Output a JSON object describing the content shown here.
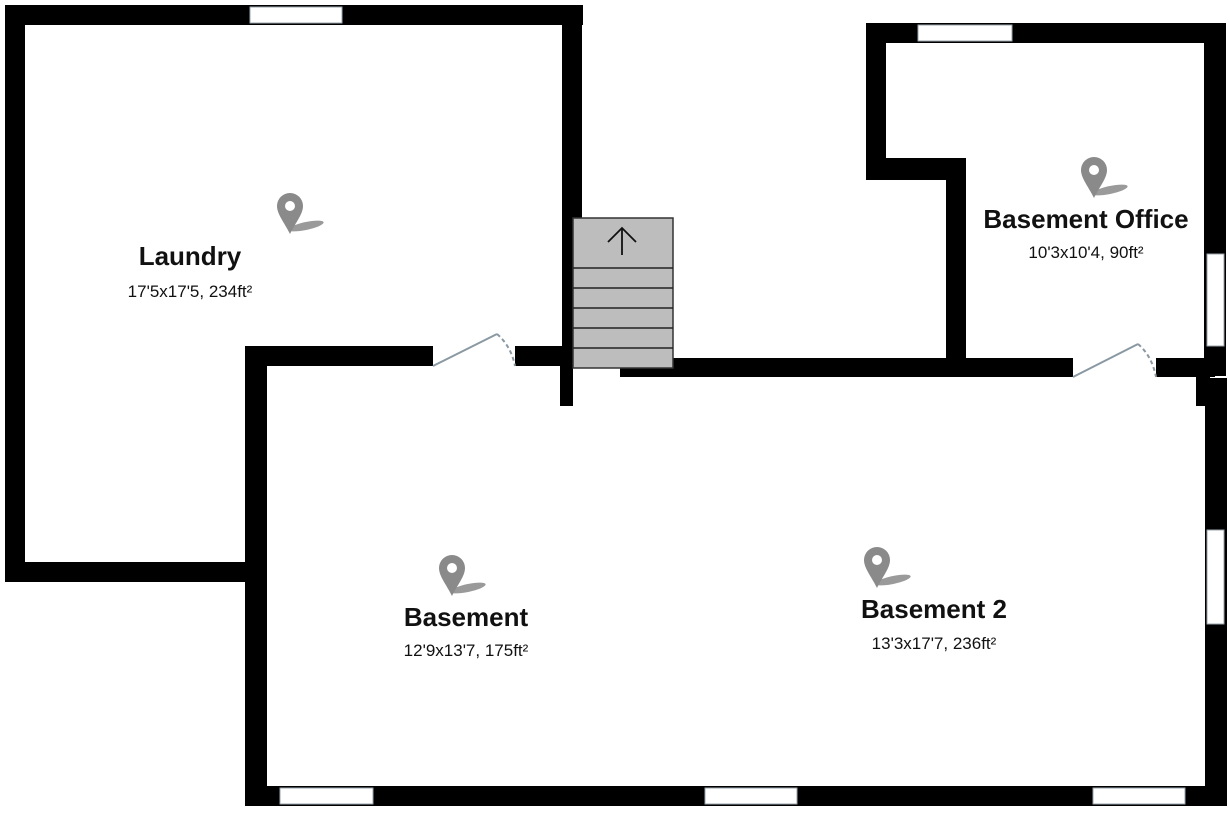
{
  "floorplan": {
    "rooms": [
      {
        "id": "laundry",
        "name": "Laundry",
        "dimensions": "17'5x17'5, 234ft²"
      },
      {
        "id": "basement",
        "name": "Basement",
        "dimensions": "12'9x13'7, 175ft²"
      },
      {
        "id": "basement-2",
        "name": "Basement 2",
        "dimensions": "13'3x17'7, 236ft²"
      },
      {
        "id": "basement-office",
        "name": "Basement Office",
        "dimensions": "10'3x10'4, 90ft²"
      }
    ],
    "stairs": {
      "direction": "up"
    },
    "colors": {
      "wall": "#000000",
      "stairs": "#bdbdbd",
      "marker": "#8a8a8a",
      "door": "#8a98a2"
    }
  }
}
